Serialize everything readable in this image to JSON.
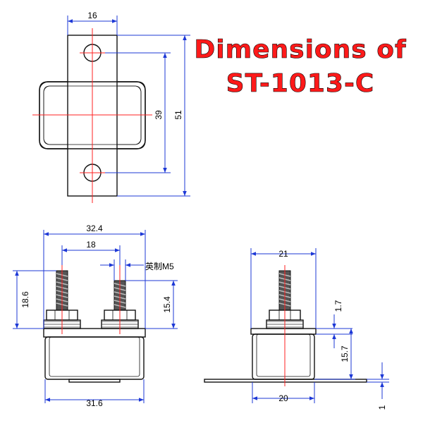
{
  "title": {
    "line1": "Dimensions of",
    "line2": "ST-1013-C"
  },
  "top_view": {
    "width": "16",
    "hole_spacing": "39",
    "length": "51"
  },
  "front_view": {
    "overall_width": "32.4",
    "stud_spacing": "18",
    "thread_label": "英制M5",
    "overall_height": "18.6",
    "stud_height": "15.4",
    "body_width": "31.6"
  },
  "side_view": {
    "top_width": "21",
    "nut_gap": "1.7",
    "body_height": "15.7",
    "bottom_width": "20",
    "plate_thickness": "1"
  },
  "colors": {
    "dimension_lines": "#1d38d6",
    "center_lines": "#ff2020",
    "title_fill": "#ff1a1a",
    "outline": "#111111"
  }
}
